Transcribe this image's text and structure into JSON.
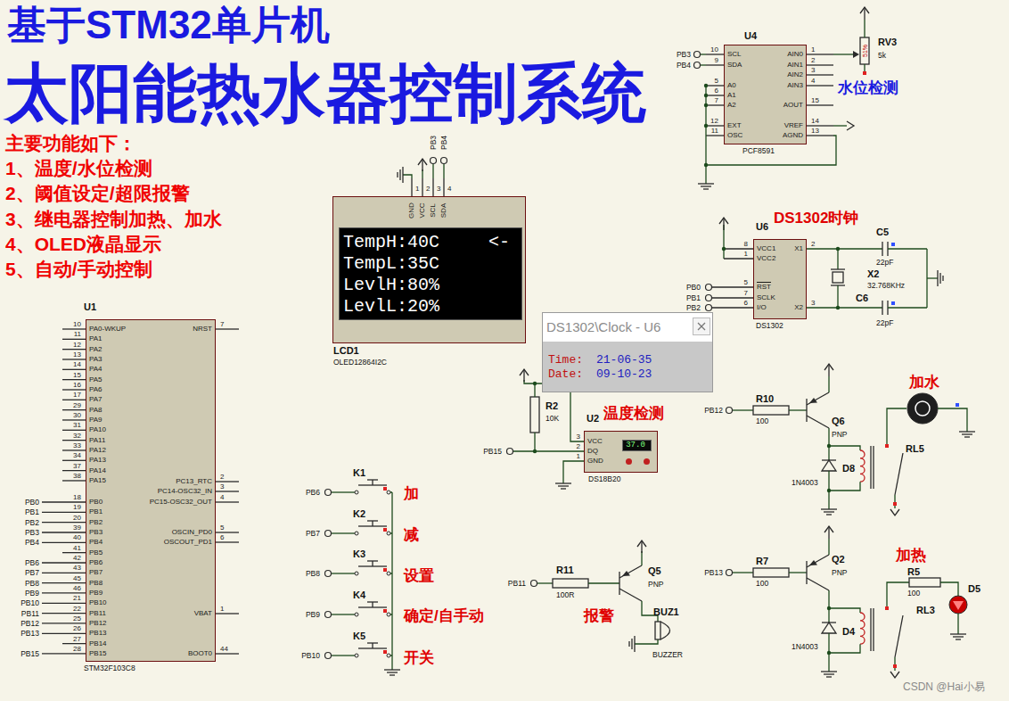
{
  "diagram": {
    "title": "太阳能热水器控制系统",
    "nodes": [
      {
        "text": [
          "U1",
          "STM32F103C8"
        ]
      },
      {
        "text": [
          "LCD1",
          "OLED12864I2C"
        ]
      },
      {
        "text": [
          "U4",
          "PCF8591"
        ]
      },
      {
        "text": [
          "U6",
          "DS1302"
        ]
      },
      {
        "text": [
          "DS1302\\Clock - U6",
          "Time:",
          "21-06-35",
          "Date:",
          "09-10-23"
        ]
      },
      {
        "text": [
          "U2",
          "DS18B20"
        ]
      }
    ],
    "labels": [
      "基于STM32单片机",
      "主要功能如下：",
      "1、温度/水位检测",
      "2、阈值设定/超限报警",
      "3、继电器控制加热、加水",
      "4、OLED液晶显示",
      "5、自动/手动控制",
      "PA0-WKUP",
      "PA1",
      "PA2",
      "PA3",
      "PA4",
      "PA5",
      "PA6",
      "PA7",
      "PA8",
      "PA9",
      "PA10",
      "PA11",
      "PA12",
      "PA13",
      "PA14",
      "PA15",
      "10",
      "11",
      "12",
      "13",
      "14",
      "15",
      "16",
      "17",
      "29",
      "30",
      "31",
      "32",
      "33",
      "34",
      "37",
      "38",
      "PB0",
      "PB1",
      "PB2",
      "PB3",
      "PB4",
      "PB5",
      "PB6",
      "PB7",
      "PB8",
      "PB9",
      "PB10",
      "PB11",
      "PB12",
      "PB13",
      "PB14",
      "PB15",
      "18",
      "19",
      "20",
      "39",
      "40",
      "41",
      "42",
      "43",
      "45",
      "46",
      "21",
      "22",
      "25",
      "26",
      "27",
      "28",
      "PB0",
      "PB1",
      "PB2",
      "PB3",
      "PB4",
      "PB6",
      "PB7",
      "PB8",
      "PB9",
      "PB10",
      "PB11",
      "PB12",
      "PB13",
      "PB15",
      "NRST",
      "PC13_RTC",
      "PC14-OSC32_IN",
      "PC15-OSC32_OUT",
      "OSCIN_PD0",
      "OSCOUT_PD1",
      "VBAT",
      "BOOT0",
      "7",
      "2",
      "3",
      "4",
      "5",
      "6",
      "1",
      "44",
      "TempH:40C",
      "<-",
      "TempL:35C",
      "LevlH:80%",
      "LevlL:20%",
      "GND",
      "VCC",
      "SCL",
      "SDA",
      "1",
      "2",
      "3",
      "4",
      "PB3",
      "PB4",
      "SCL",
      "SDA",
      "A0",
      "A1",
      "A2",
      "EXT",
      "OSC",
      "10",
      "9",
      "5",
      "6",
      "7",
      "12",
      "11",
      "AIN0",
      "AIN1",
      "AIN2",
      "AIN3",
      "AOUT",
      "VREF",
      "AGND",
      "1",
      "2",
      "3",
      "4",
      "15",
      "14",
      "13",
      "PB3",
      "PB4",
      "RV3",
      "5k",
      "51%",
      "水位检测",
      "DS1302时钟",
      "VCC1",
      "VCC2",
      "RST",
      "SCLK",
      "I/O",
      "8",
      "1",
      "5",
      "7",
      "6",
      "X1",
      "X2",
      "2",
      "3",
      "PB0",
      "PB1",
      "PB2",
      "C5",
      "22pF",
      "C6",
      "22pF",
      "X2",
      "32.768KHz",
      "温度检测",
      "R2",
      "10K",
      "VCC",
      "DQ",
      "GND",
      "3",
      "2",
      "1",
      "37.0",
      "PB15",
      "K1",
      "K2",
      "K3",
      "K4",
      "K5",
      "PB6",
      "PB7",
      "PB8",
      "PB9",
      "PB10",
      "加",
      "减",
      "设置",
      "确定/自手动",
      "开关",
      "PB11",
      "R11",
      "100R",
      "Q5",
      "PNP",
      "报警",
      "BUZ1",
      "BUZZER",
      "PB12",
      "R10",
      "100",
      "Q6",
      "PNP",
      "D8",
      "1N4003",
      "加水",
      "RL5",
      "PB13",
      "R7",
      "100",
      "Q2",
      "PNP",
      "D4",
      "1N4003",
      "加热",
      "R5",
      "100",
      "RL3",
      "D5",
      "CSDN @Hai小易"
    ]
  }
}
